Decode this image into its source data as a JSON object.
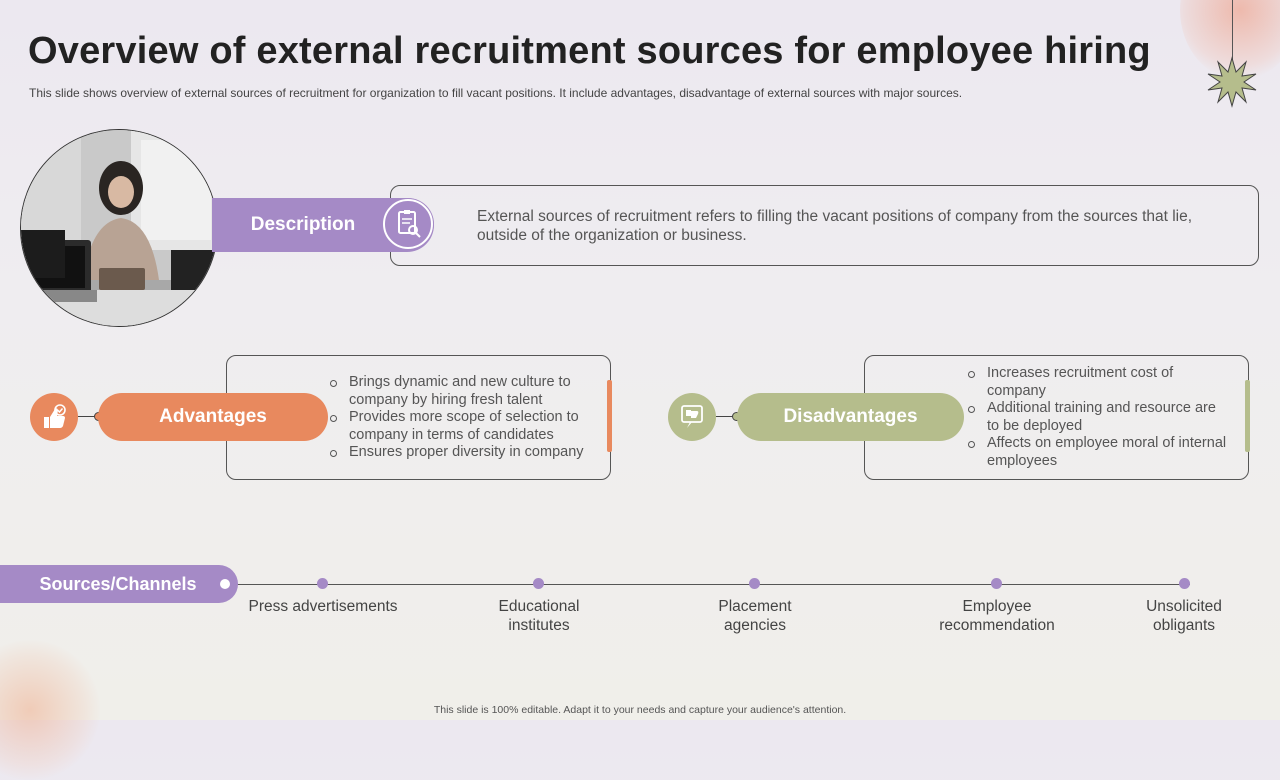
{
  "title": "Overview of external recruitment sources for employee hiring",
  "subtitle": "This slide shows overview of external sources of recruitment for organization to fill vacant positions. It include advantages, disadvantage of external sources with major sources.",
  "description": {
    "label": "Description",
    "text": "External sources of recruitment refers to filling the vacant positions of company from the sources that lie, outside of the organization or business."
  },
  "advantages": {
    "label": "Advantages",
    "items": [
      "Brings dynamic and new culture to company by hiring fresh talent",
      "Provides more scope of selection to company in terms of candidates",
      "Ensures proper diversity in company"
    ]
  },
  "disadvantages": {
    "label": "Disadvantages",
    "items": [
      "Increases recruitment cost of company",
      "Additional training and resource are to be deployed",
      "Affects on employee moral of internal employees"
    ]
  },
  "sources": {
    "label": "Sources/Channels",
    "items": [
      "Press advertisements",
      "Educational institutes",
      "Placement agencies",
      "Employee recommendation",
      "Unsolicited obligants"
    ]
  },
  "footer": "This slide is 100% editable. Adapt it to your needs and capture your audience's attention.",
  "colors": {
    "purple": "#a58ac6",
    "orange": "#e8895e",
    "olive": "#b5bd8c"
  }
}
